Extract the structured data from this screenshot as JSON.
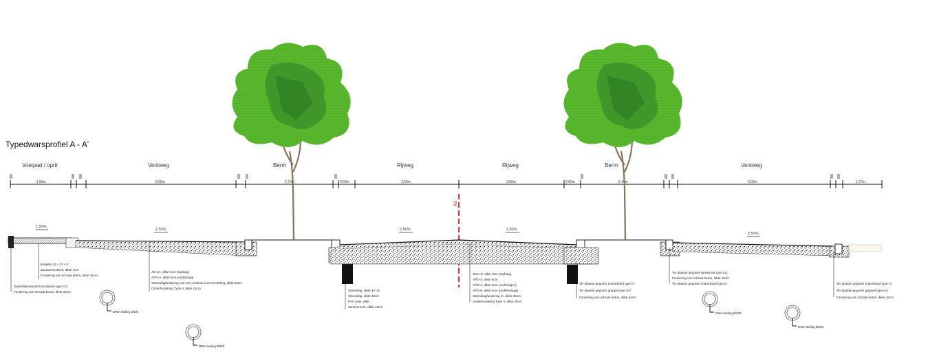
{
  "title": "Typedwarsprofiel A - A'",
  "zones": [
    {
      "id": "voetpad",
      "label": "Voetpad / oprit"
    },
    {
      "id": "ventweg-left",
      "label": "Ventweg"
    },
    {
      "id": "berm-left",
      "label": "Berm"
    },
    {
      "id": "rijweg-left",
      "label": "Rijweg"
    },
    {
      "id": "rijweg-right",
      "label": "Rijweg"
    },
    {
      "id": "berm-right",
      "label": "Berm"
    },
    {
      "id": "ventweg-right",
      "label": "Ventweg"
    }
  ],
  "dimensions": [
    "1,80m",
    "6,00m",
    "2,70m",
    "0,50m",
    "3,50m",
    "3,50m",
    "0,50m",
    "2,40m",
    "6,00m",
    "1,27m"
  ],
  "slopes": [
    "1,50%",
    "2,50%",
    "2,50%",
    "2,50%",
    "2,50%"
  ],
  "axis_label": "AS",
  "annotations": {
    "left_curb": [
      "Klinkers 22 x 22 x 8",
      "Zandcementbed, dikte 3cm",
      "Fundering van schraal beton, dikte 15cm",
      "Geprefabriceerde boordsteen type IC2",
      "Fundering van schraal beton, dikte 20cm"
    ],
    "ventweg_left": [
      "AB-4C, dikte 4cm (toplaag)",
      "APO-A, dikte 6cm (onderlaag)",
      "Steenslagfundering met niet continue korrelverdeling, dikte 20cm",
      "Onderfundering Type II, dikte 15cm"
    ],
    "drain_left": [
      "Steenslag, dikte 10 cm",
      "Steenslag, dikte 40cm",
      "PVC-buis, Ø80",
      "Zandcement, dikte 10cm"
    ],
    "rijweg": [
      "SMA-D, dikte 3cm (toplaag)",
      "APO-A, dikte 6cm",
      "APO-A, dikte 6cm (onderlagen)",
      "APO-B, dikte 6cm (profileerlaag)",
      "Steenslagfundering IA, dikte 25cm",
      "Onderfundering Type II, dikte 30cm"
    ],
    "curb_mid_right": [
      "Ter plaatse gegoten trottoirband type III",
      "Ter plaatse gegoten greppel type IA2",
      "Fundering van schraal beton, dikte 24cm"
    ],
    "ventweg_right": [
      "Ter plaatse gegoten kantstrook type III1",
      "Fundering van schraal beton, dikte 16cm",
      "Ter plaatse gegoten trottoirband type III"
    ],
    "far_right": [
      "Ter plaatse gegoten trottoirband type III",
      "Ter plaatse gegoten greppel type IA2",
      "Fundering van schraal beton, dikte 16cm"
    ]
  },
  "pipes": [
    {
      "id": "pipe-1",
      "label": "DWA leiding Ø400"
    },
    {
      "id": "pipe-2",
      "label": "RWA leiding Ø400"
    },
    {
      "id": "pipe-3",
      "label": "RWA leiding Ø400"
    },
    {
      "id": "pipe-4",
      "label": "DWA leiding Ø400"
    }
  ],
  "colors": {
    "tree_light": "#58b92e",
    "tree_dark": "#2e7d22",
    "trunk": "#8a7355",
    "axis": "#d40000"
  }
}
